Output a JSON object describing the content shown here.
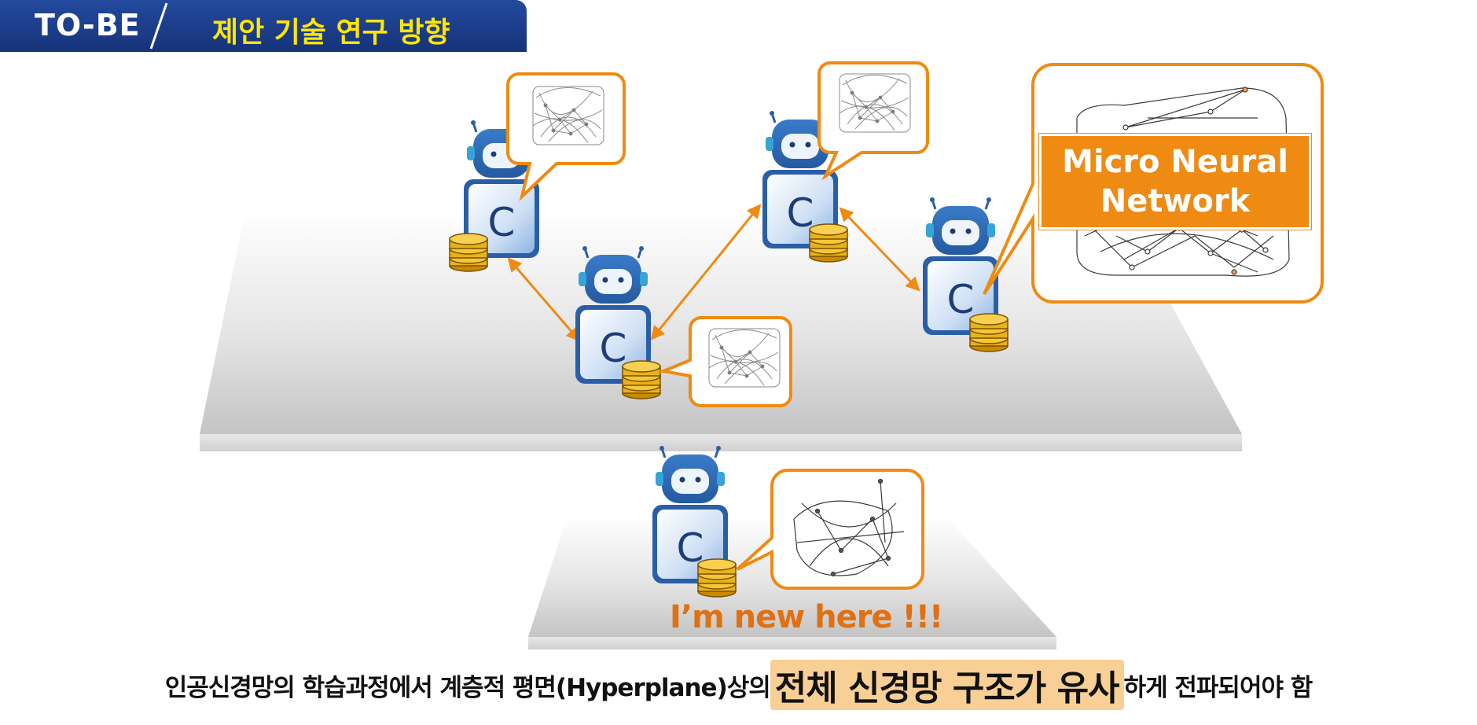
{
  "header": {
    "tag": "TO-BE",
    "title": "제안 기술 연구 방향"
  },
  "robot_letter": "C",
  "callout": {
    "label_line1": "Micro Neural",
    "label_line2": "Network"
  },
  "new_robot_caption": "I’m new here !!!",
  "bottom_text": {
    "prefix": "인공신경망의 학습과정에서 계층적 평면(Hyperplane)상의",
    "highlight": "전체 신경망 구조가 유사",
    "suffix": "하게 전파되어야 함"
  },
  "colors": {
    "header_bg": "#1f3c88",
    "header_title": "#ffe600",
    "accent_orange": "#ef8a12",
    "highlight_bg": "#f8cf95",
    "robot_blue": "#2f6db5"
  }
}
